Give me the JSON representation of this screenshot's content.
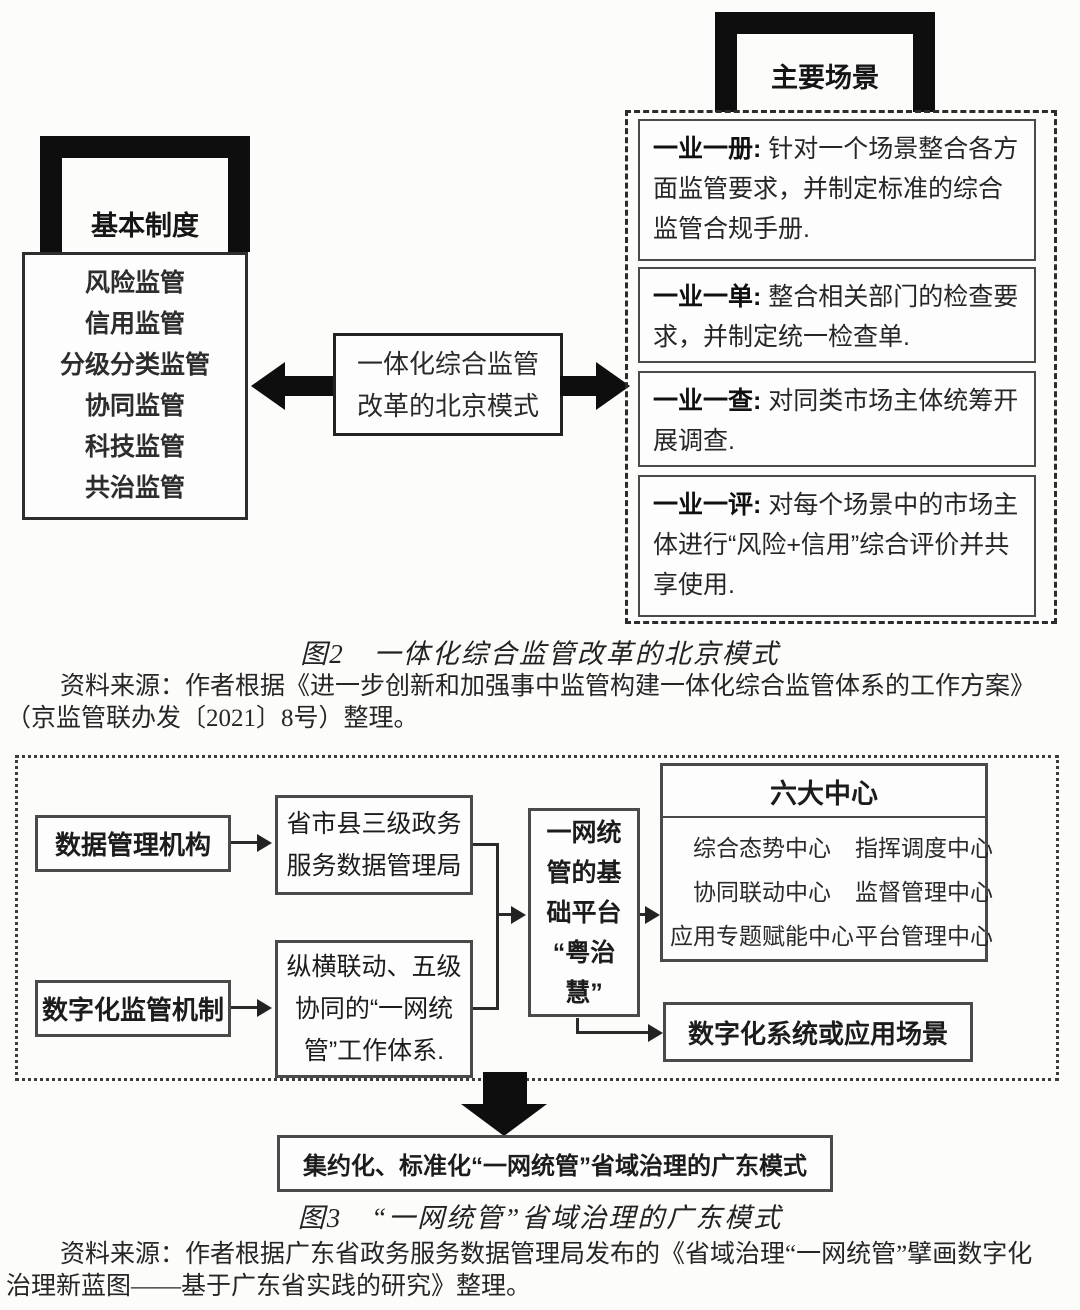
{
  "figure2": {
    "bracket_left_label": "基本制度",
    "institutions": [
      "风险监管",
      "信用监管",
      "分级分类监管",
      "协同监管",
      "科技监管",
      "共治监管"
    ],
    "center_box_lines": [
      "一体化综合监管",
      "改革的北京模式"
    ],
    "bracket_right_label": "主要场景",
    "scenarios": [
      {
        "term": "一业一册:",
        "desc": " 针对一个场景整合各方面监管要求，并制定标准的综合监管合规手册."
      },
      {
        "term": "一业一单:",
        "desc": " 整合相关部门的检查要求，并制定统一检查单."
      },
      {
        "term": "一业一查:",
        "desc": " 对同类市场主体统筹开展调查."
      },
      {
        "term": "一业一评:",
        "desc": " 对每个场景中的市场主体进行“风险+信用”综合评价并共享使用."
      }
    ],
    "caption": "图2　一体化综合监管改革的北京模式",
    "source_line1": "资料来源：作者根据《进一步创新和加强事中监管构建一体化综合监管体系的工作方案》",
    "source_line2": "（京监管联办发〔2021〕8号）整理。"
  },
  "figure3": {
    "org_box": "数据管理机构",
    "org_target_lines": [
      "省市县三级政务",
      "服务数据管理局"
    ],
    "mech_box": "数字化监管机制",
    "mech_target_lines": [
      "纵横联动、五级",
      "协同的“一网统",
      "管”工作体系."
    ],
    "platform_lines": [
      "一网统",
      "管的基",
      "础平台",
      "“粤治",
      "慧”"
    ],
    "centers_title": "六大中心",
    "centers_left": [
      "综合态势中心",
      "协同联动中心",
      "应用专题赋能中心"
    ],
    "centers_right": [
      "指挥调度中心",
      "监督管理中心",
      "平台管理中心"
    ],
    "apps_box": "数字化系统或应用场景",
    "result_box": "集约化、标准化“一网统管”省域治理的广东模式",
    "caption": "图3　“一网统管”省域治理的广东模式",
    "source_line1": "资料来源：作者根据广东省政务服务数据管理局发布的《省域治理“一网统管”擘画数字化",
    "source_line2": "治理新蓝图——基于广东省实践的研究》整理。"
  }
}
